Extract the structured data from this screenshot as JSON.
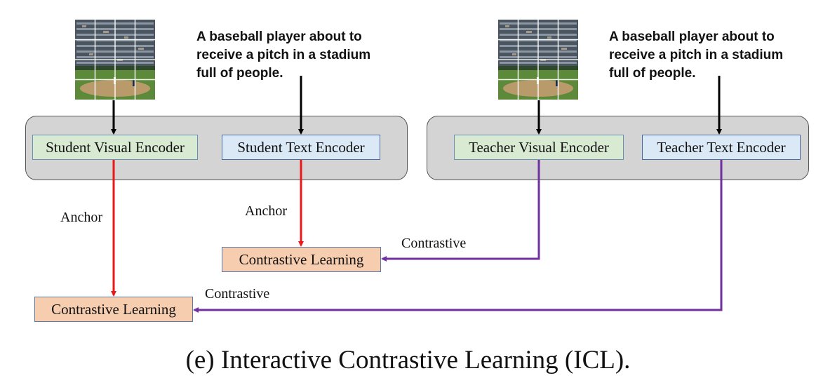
{
  "left": {
    "image_alt": "baseball stadium photo",
    "caption": [
      "A baseball player about to",
      "receive a pitch in a stadium",
      "full of people."
    ],
    "visual_encoder": "Student Visual Encoder",
    "text_encoder": "Student Text Encoder"
  },
  "right": {
    "image_alt": "baseball stadium photo",
    "caption": [
      "A baseball player about to",
      "receive a pitch in a stadium",
      "full of people."
    ],
    "visual_encoder": "Teacher Visual Encoder",
    "text_encoder": "Teacher Text Encoder"
  },
  "labels": {
    "anchor_1": "Anchor",
    "anchor_2": "Anchor",
    "contrastive_1": "Contrastive",
    "contrastive_2": "Contrastive"
  },
  "outputs": {
    "cl_upper": "Contrastive Learning",
    "cl_lower": "Contrastive Learning"
  },
  "title": "(e) Interactive Contrastive Learning (ICL).",
  "colors": {
    "anchor_arrow": "#e8191b",
    "contrastive_arrow": "#7030a0",
    "black_arrow": "#000000"
  }
}
